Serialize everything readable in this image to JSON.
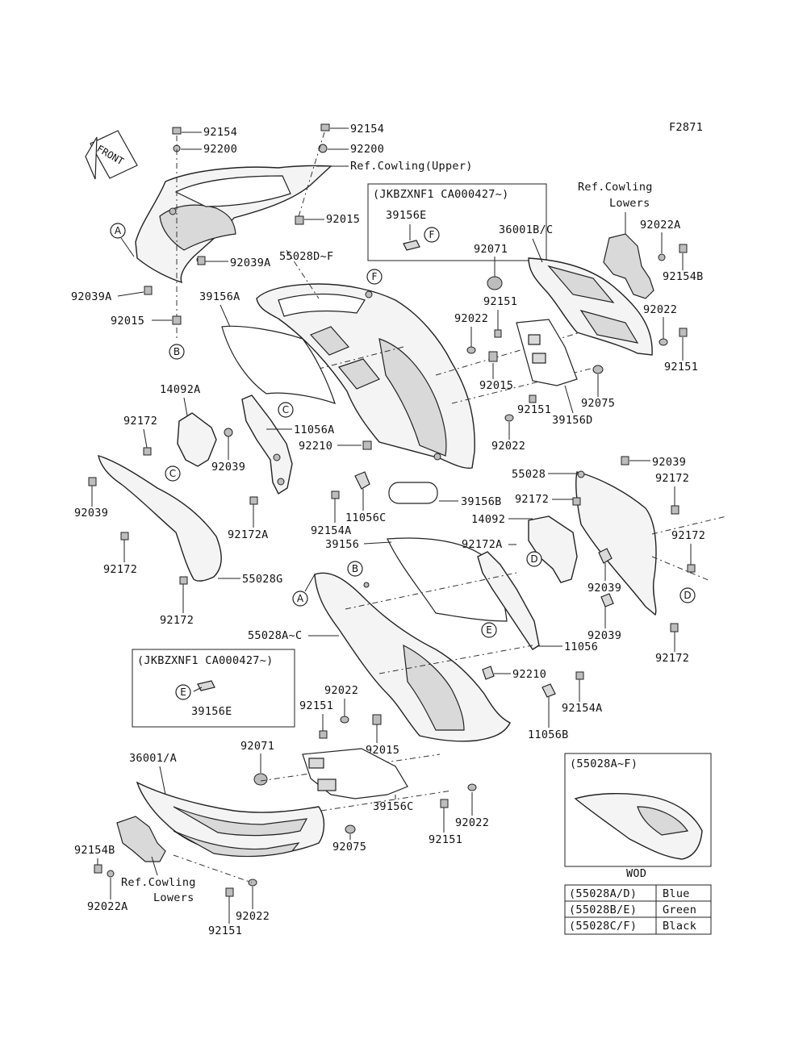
{
  "figure_code": "F2871",
  "front_label": "FRONT",
  "labels": {
    "l92154_top_left": "92154",
    "l92200_top_left": "92200",
    "l92154_top_mid": "92154",
    "l92200_top_mid": "92200",
    "ref_cowling_upper": "Ref.Cowling(Upper)",
    "l92015_top": "92015",
    "l92039A_right": "92039A",
    "l92039A_left": "92039A",
    "l92015_left": "92015",
    "l55028DF": "55028D~F",
    "l39156A": "39156A",
    "l36001BC": "36001B/C",
    "ref_cowling_lowers_top_1": "Ref.Cowling",
    "ref_cowling_lowers_top_2": "Lowers",
    "l92022A_top": "92022A",
    "l92154B_top": "92154B",
    "l92071_top": "92071",
    "l92022_r1": "92022",
    "l92151_r1": "92151",
    "l92022_r2": "92022",
    "l92151_r2": "92151",
    "l92015_mid": "92015",
    "l92075_top": "92075",
    "l39156D": "39156D",
    "l92151_mid": "92151",
    "l92022_mid": "92022",
    "l14092A": "14092A",
    "l92172_a": "92172",
    "l11056A": "11056A",
    "l92210_top": "92210",
    "l92039_mid": "92039",
    "l92039_left": "92039",
    "l11056C": "11056C",
    "l92154A_mid": "92154A",
    "l39156B": "39156B",
    "l92172A_left": "92172A",
    "l92172_b": "92172",
    "l55028G": "55028G",
    "l92172_c": "92172",
    "l55028": "55028",
    "l92039_right_top": "92039",
    "l92172_r1": "92172",
    "l92172_r2": "92172",
    "l14092": "14092",
    "l92172A_right": "92172A",
    "l39156": "39156",
    "l92172_r3": "92172",
    "l92039_r2": "92039",
    "l92039_r3": "92039",
    "l55028AC": "55028A~C",
    "l11056": "11056",
    "l92172_r4": "92172",
    "l92210_bottom": "92210",
    "l92154A_bottom": "92154A",
    "l92022_lower": "92022",
    "l92151_lower": "92151",
    "l92015_lower": "92015",
    "l11056B": "11056B",
    "l92071_lower": "92071",
    "l36001A": "36001/A",
    "l39156C": "39156C",
    "l92022_bottom_r": "92022",
    "l92151_bottom_r": "92151",
    "l92075_lower": "92075",
    "l92154B_lower": "92154B",
    "ref_cowling_lowers_bottom_1": "Ref.Cowling",
    "ref_cowling_lowers_bottom_2": "Lowers",
    "l92022A_lower": "92022A",
    "l92022_bottom": "92022",
    "l92151_bottom": "92151"
  },
  "callouts": {
    "A1": "A",
    "B1": "B",
    "C1": "C",
    "C2": "C",
    "F1": "F",
    "F2": "F",
    "A2": "A",
    "B2": "B",
    "D1": "D",
    "D2": "D",
    "E1": "E",
    "E2": "E"
  },
  "model_box_top": {
    "title": "(JKBZXNF1 CA000427~)",
    "part": "39156E"
  },
  "model_box_bottom": {
    "title": "(JKBZXNF1 CA000427~)",
    "part": "39156E"
  },
  "color_inset": {
    "title": "(55028A~F)",
    "caption": "WOD",
    "rows": [
      {
        "parts": "(55028A/D)",
        "color": "Blue"
      },
      {
        "parts": "(55028B/E)",
        "color": "Green"
      },
      {
        "parts": "(55028C/F)",
        "color": "Black"
      }
    ]
  }
}
